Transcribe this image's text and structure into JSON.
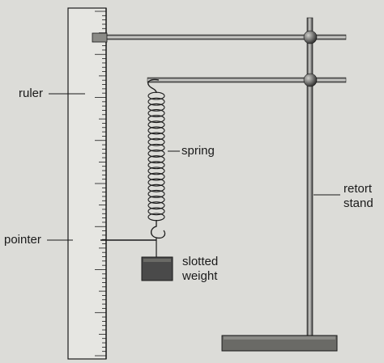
{
  "labels": {
    "ruler": "ruler",
    "spring": "spring",
    "retort_line1": "retort",
    "retort_line2": "stand",
    "pointer": "pointer",
    "weight_line1": "slotted",
    "weight_line2": "weight"
  },
  "colors": {
    "paper": "#dcdcd8",
    "ink": "#1a1a1a",
    "metal_light": "#d0d0cc",
    "metal_dark": "#3a3a3a",
    "weight_fill": "#4a4a4a",
    "base_fill": "#6a6a66"
  },
  "ruler_ticks": {
    "count": 80,
    "major_every": 10,
    "medium_every": 5
  }
}
